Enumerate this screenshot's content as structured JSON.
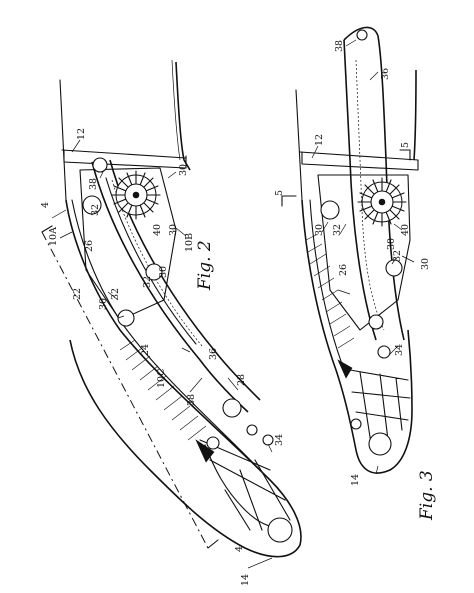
{
  "figures": [
    {
      "title": "Fig. 2",
      "labels": [
        {
          "id": "l12",
          "text": "12"
        },
        {
          "id": "l4a",
          "text": "4"
        },
        {
          "id": "l10a",
          "text": "10A"
        },
        {
          "id": "l38a",
          "text": "38"
        },
        {
          "id": "l32a",
          "text": "32"
        },
        {
          "id": "l26",
          "text": "26"
        },
        {
          "id": "l30a",
          "text": "30"
        },
        {
          "id": "l40",
          "text": "40"
        },
        {
          "id": "l30b",
          "text": "30"
        },
        {
          "id": "l10b",
          "text": "10B"
        },
        {
          "id": "l30c",
          "text": "30"
        },
        {
          "id": "l32b",
          "text": "32"
        },
        {
          "id": "l22",
          "text": "22"
        },
        {
          "id": "l30d",
          "text": "30"
        },
        {
          "id": "l32c",
          "text": "32"
        },
        {
          "id": "l24",
          "text": "24"
        },
        {
          "id": "l36",
          "text": "36"
        },
        {
          "id": "l10c",
          "text": "10C"
        },
        {
          "id": "l28",
          "text": "28"
        },
        {
          "id": "l38b",
          "text": "38"
        },
        {
          "id": "l34",
          "text": "34"
        },
        {
          "id": "l4b",
          "text": "4"
        },
        {
          "id": "l14",
          "text": "14"
        }
      ]
    },
    {
      "title": "Fig. 3",
      "labels": [
        {
          "id": "m38",
          "text": "38"
        },
        {
          "id": "m36",
          "text": "36"
        },
        {
          "id": "m12",
          "text": "12"
        },
        {
          "id": "m5a",
          "text": "5"
        },
        {
          "id": "m5b",
          "text": "5"
        },
        {
          "id": "m30a",
          "text": "30"
        },
        {
          "id": "m32a",
          "text": "32"
        },
        {
          "id": "m40",
          "text": "40"
        },
        {
          "id": "m30b",
          "text": "30"
        },
        {
          "id": "m26",
          "text": "26"
        },
        {
          "id": "m32b",
          "text": "32"
        },
        {
          "id": "m30c",
          "text": "30"
        },
        {
          "id": "m34",
          "text": "34"
        },
        {
          "id": "m14",
          "text": "14"
        }
      ]
    }
  ]
}
